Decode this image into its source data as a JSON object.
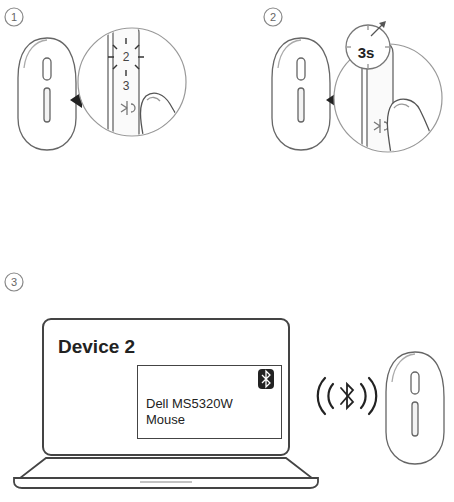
{
  "diagram": {
    "nodes": [
      {
        "text": [
          "Device 2"
        ]
      },
      {
        "text": [
          "Dell MS5320W Mouse"
        ],
        "in": 0
      }
    ],
    "labels": [
      "1",
      "2",
      "3",
      "2",
      "3",
      "3s"
    ]
  }
}
